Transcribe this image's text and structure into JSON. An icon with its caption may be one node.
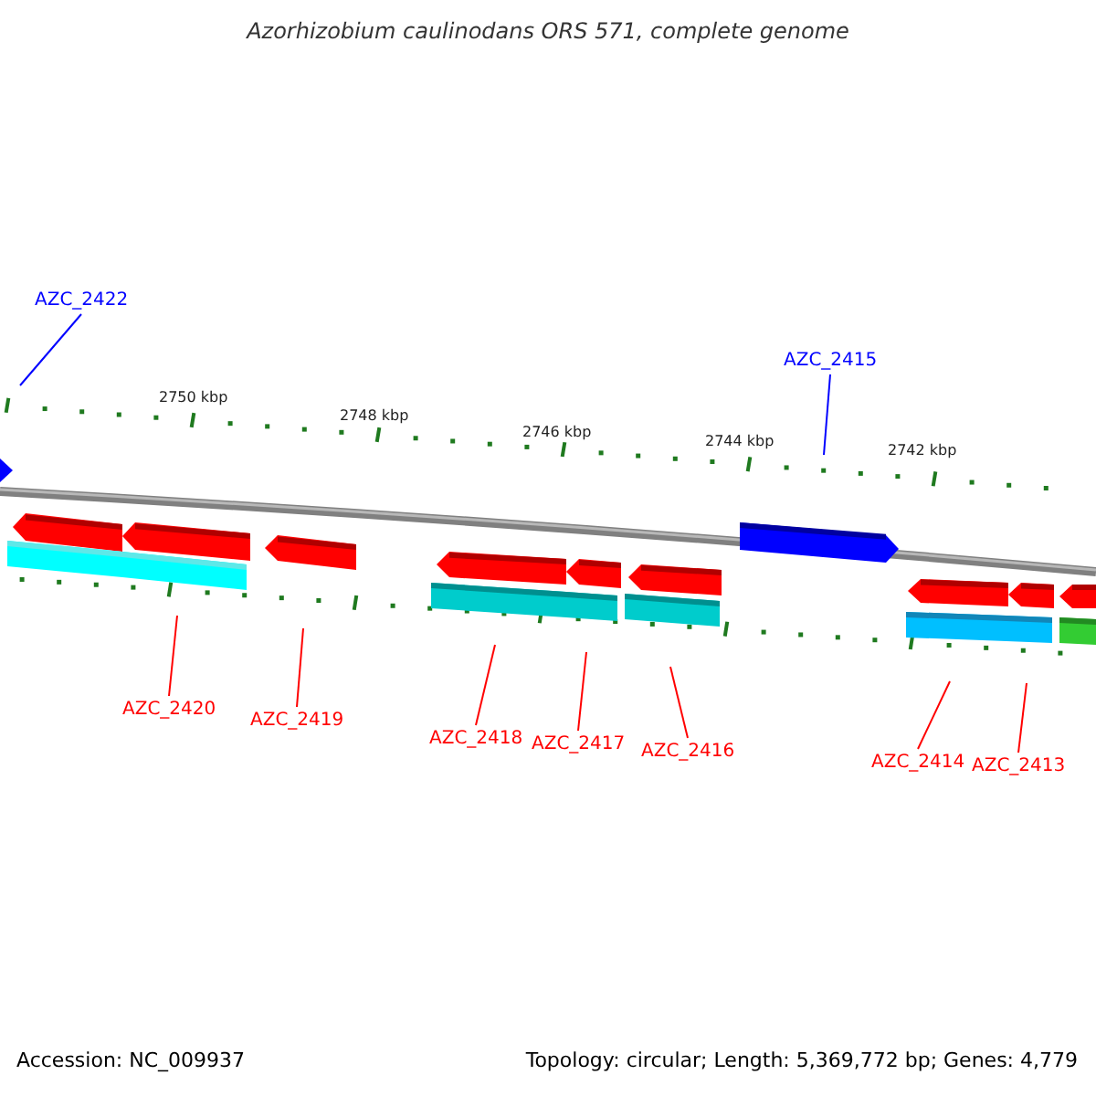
{
  "diagram": {
    "title": "Azorhizobium caulinodans ORS 571, complete genome",
    "nodes": [
      {
        "text": [
          "AZC_2422"
        ]
      },
      {
        "text": [
          "AZC_2415"
        ]
      },
      {
        "text": [
          "AZC_2420"
        ]
      },
      {
        "text": [
          "AZC_2419"
        ]
      },
      {
        "text": [
          "AZC_2418"
        ]
      },
      {
        "text": [
          "AZC_2417"
        ]
      },
      {
        "text": [
          "AZC_2416"
        ]
      },
      {
        "text": [
          "AZC_2414"
        ]
      },
      {
        "text": [
          "AZC_2413"
        ]
      }
    ],
    "edges": [
      {
        "from": 0,
        "to": null,
        "arrow": "none",
        "color": "#0000ff"
      },
      {
        "from": 1,
        "to": null,
        "arrow": "none",
        "color": "#0000ff"
      },
      {
        "from": 2,
        "to": null,
        "arrow": "none"
      },
      {
        "from": 3,
        "to": null,
        "arrow": "none"
      },
      {
        "from": 4,
        "to": null,
        "arrow": "none"
      },
      {
        "from": 5,
        "to": null,
        "arrow": "none"
      },
      {
        "from": 6,
        "to": null,
        "arrow": "none"
      },
      {
        "from": 7,
        "to": null,
        "arrow": "none"
      },
      {
        "from": 8,
        "to": null,
        "arrow": "none"
      }
    ],
    "labels": [
      "2750 kbp",
      "2748 kbp",
      "2746 kbp",
      "2744 kbp",
      "2742 kbp",
      "Accession: NC_009937",
      "Topology: circular; Length: 5,369,772 bp; Genes: 4,779"
    ]
  }
}
